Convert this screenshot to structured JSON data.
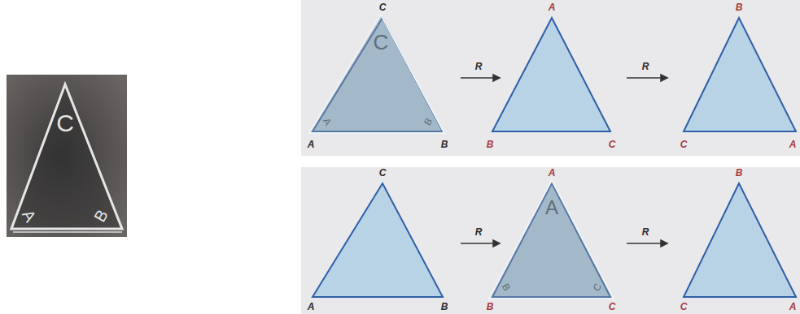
{
  "diagram": {
    "labels": [
      "C",
      "A",
      "B",
      "C",
      "A",
      "B",
      "C",
      "A",
      "B",
      "R",
      "A",
      "B",
      "C",
      "R",
      "B",
      "C",
      "A",
      "C",
      "A",
      "B",
      "R",
      "A",
      "B",
      "C",
      "A",
      "B",
      "C",
      "R",
      "B",
      "C",
      "A"
    ]
  }
}
